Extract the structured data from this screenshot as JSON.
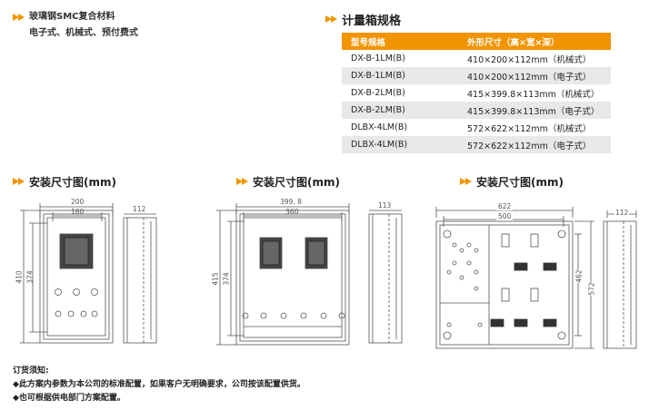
{
  "intro": {
    "line1": "玻璃钢SMC复合材料",
    "line2": "电子式、机械式、预付费式"
  },
  "spec": {
    "title": "计量箱规格",
    "headers": [
      "型号规格",
      "外形尺寸（高×宽×深）"
    ],
    "rows": [
      [
        "DX-B-1LM(B)",
        "410×200×112mm（机械式）"
      ],
      [
        "DX-B-1LM(B)",
        "410×200×112mm（电子式）"
      ],
      [
        "DX-B-2LM(B)",
        "415×399.8×113mm（机械式）"
      ],
      [
        "DX-B-2LM(B)",
        "415×399.8×113mm（电子式）"
      ],
      [
        "DLBX-4LM(B)",
        "572×622×112mm（机械式）"
      ],
      [
        "DLBX-4LM(B)",
        "572×622×112mm（电子式）"
      ]
    ]
  },
  "sections": {
    "title1": "安装尺寸图(mm)",
    "title2": "安装尺寸图(mm)",
    "title3": "安装尺寸图(mm)"
  },
  "drawing1": {
    "w1": "200",
    "w2": "160",
    "h1": "410",
    "h2": "374",
    "d": "112"
  },
  "drawing2": {
    "w1": "399. 8",
    "w2": "360",
    "h1": "415",
    "h2": "374",
    "d": "113"
  },
  "drawing3": {
    "w1": "622",
    "w2": "500",
    "h1": "572",
    "h2": "462",
    "d": "112"
  },
  "notes": {
    "title": "订货须知:",
    "line1": "◆此方案内参数为本公司的标准配置，如果客户无明确要求，公司按该配置供货。",
    "line2": "◆也可根据供电部门方案配置。"
  },
  "colors": {
    "accent": "#f29400",
    "row_alt": "#e8e8e8"
  }
}
